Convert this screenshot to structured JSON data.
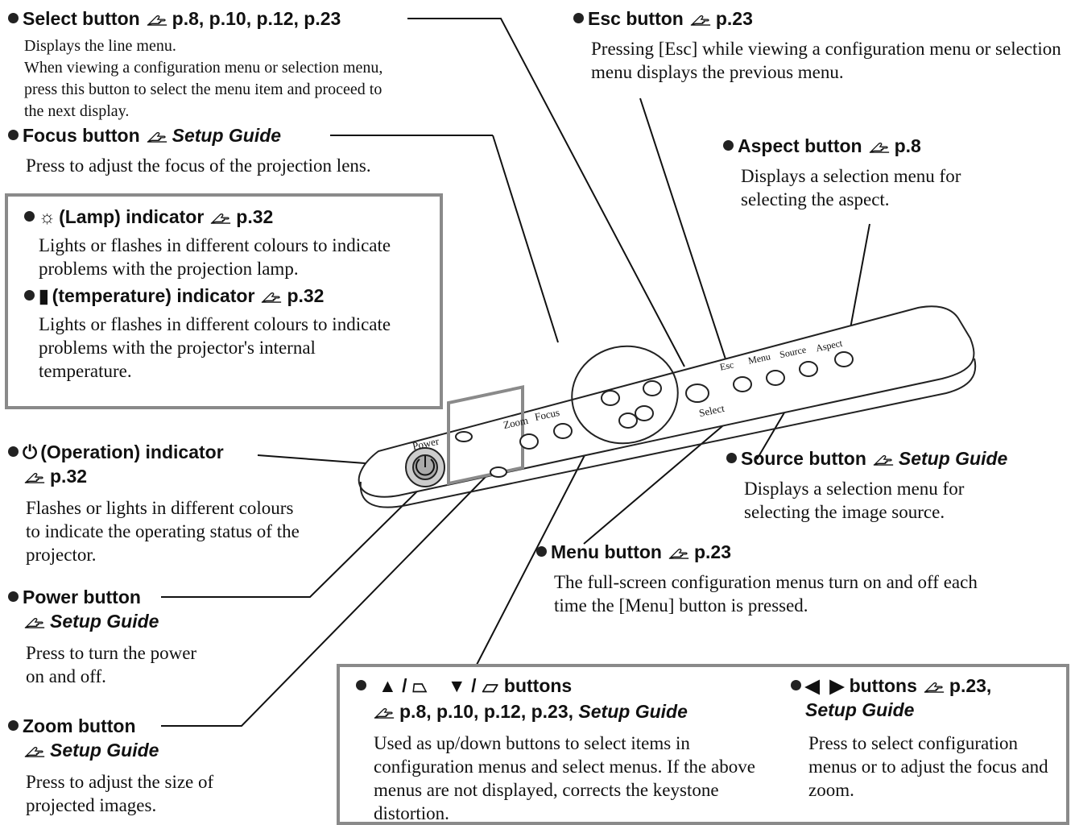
{
  "refs": {
    "select": "p.8, p.10, p.12, p.23",
    "focus": "Setup Guide",
    "esc": "p.23",
    "aspect": "p.8",
    "lamp": "p.32",
    "temp": "p.32",
    "operation": "p.32",
    "source": "Setup Guide",
    "menu": "p.23",
    "power": "Setup Guide",
    "zoom": "Setup Guide",
    "updown": "p.8, p.10, p.12, p.23,",
    "updown_guide": "Setup Guide",
    "leftright": "p.23,",
    "leftright_guide": "Setup Guide"
  },
  "select": {
    "title": "Select button",
    "desc1": "Displays the line menu.",
    "desc2": "When viewing a configuration menu or selection menu, press this button to select the menu item and proceed to the next display."
  },
  "focus": {
    "title": "Focus button",
    "desc": "Press to adjust the focus of the projection lens."
  },
  "esc": {
    "title": "Esc button",
    "desc": "Pressing [Esc] while viewing a configuration menu or selection menu displays the previous menu."
  },
  "aspect": {
    "title": "Aspect button",
    "desc": "Displays a selection menu for selecting the aspect."
  },
  "lamp": {
    "title": "(Lamp) indicator",
    "desc": "Lights or flashes in different colours to indicate problems with the projection lamp."
  },
  "temp": {
    "title": "(temperature) indicator",
    "desc": "Lights or flashes in different colours to indicate problems with the projector's internal temperature."
  },
  "operation": {
    "title": "(Operation) indicator",
    "desc": "Flashes or lights in different colours to indicate the operating status of the projector."
  },
  "power": {
    "title": "Power button",
    "desc": "Press to turn the power on and off."
  },
  "zoom": {
    "title": "Zoom button",
    "desc": "Press to adjust the size of projected images."
  },
  "source": {
    "title": "Source button",
    "desc": "Displays a selection menu for selecting the image source."
  },
  "menu": {
    "title": "Menu button",
    "desc": "The full-screen configuration menus turn on and off each time the [Menu] button is pressed."
  },
  "updown": {
    "title": "buttons",
    "desc": "Used as up/down buttons to select items in configuration menus and select menus. If the above menus are not displayed, corrects the keystone distortion."
  },
  "leftright": {
    "title": "buttons",
    "desc": "Press to select configuration menus or to adjust the focus and zoom."
  },
  "panel": {
    "power": "Power",
    "zoom": "Zoom",
    "focus": "Focus",
    "select": "Select",
    "esc": "Esc",
    "menu": "Menu",
    "source": "Source",
    "aspect": "Aspect"
  },
  "separators": {
    "updown_a": "/",
    "updown_b": "/"
  }
}
